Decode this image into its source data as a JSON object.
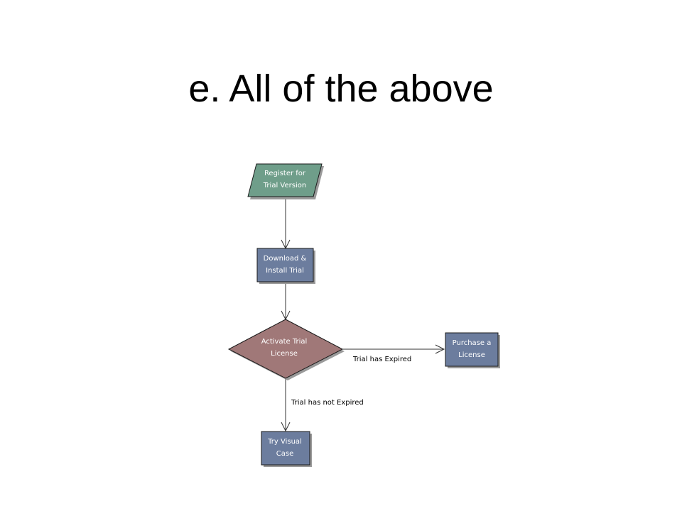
{
  "slide": {
    "title": "e. All of the above"
  },
  "diagram": {
    "nodes": {
      "register": {
        "line1": "Register for",
        "line2": "Trial Version",
        "shape": "parallelogram",
        "color": "#6f9e8a"
      },
      "download": {
        "line1": "Download &",
        "line2": "Install Trial",
        "shape": "rectangle",
        "color": "#6c7d9e"
      },
      "activate": {
        "line1": "Activate Trial",
        "line2": "License",
        "shape": "diamond",
        "color": "#a07878"
      },
      "purchase": {
        "line1": "Purchase a",
        "line2": "License",
        "shape": "rectangle",
        "color": "#6c7d9e"
      },
      "try": {
        "line1": "Try Visual",
        "line2": "Case",
        "shape": "rectangle",
        "color": "#6c7d9e"
      }
    },
    "edges": {
      "expired_label": "Trial has Expired",
      "not_expired_label": "Trial has not Expired"
    },
    "colors": {
      "shadow": "#9a9a9a",
      "line": "#333333",
      "border": "#1a1a1a"
    }
  }
}
